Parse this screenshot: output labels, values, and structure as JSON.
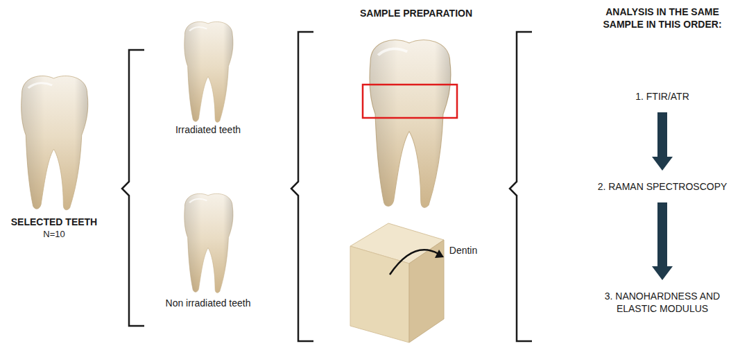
{
  "diagram": {
    "nodes": [
      {
        "text": [
          "SELECTED TEETH",
          "N=10"
        ]
      },
      {
        "text": [
          "Irradiated teeth"
        ]
      },
      {
        "text": [
          "Non irradiated teeth"
        ]
      },
      {
        "text": [
          "1. FTIR/ATR"
        ]
      },
      {
        "text": [
          "2. RAMAN SPECTROSCOPY"
        ]
      },
      {
        "text": [
          "3. NANOHARDNESS AND ELASTIC MODULUS"
        ]
      }
    ],
    "edges": [
      {
        "from": 3,
        "to": 4,
        "arrow": "to"
      },
      {
        "from": 4,
        "to": 5,
        "arrow": "to"
      }
    ],
    "labels": [
      "SAMPLE PREPARATION",
      "Dentin",
      "ANALYSIS IN THE SAME SAMPLE IN THIS ORDER:"
    ]
  }
}
